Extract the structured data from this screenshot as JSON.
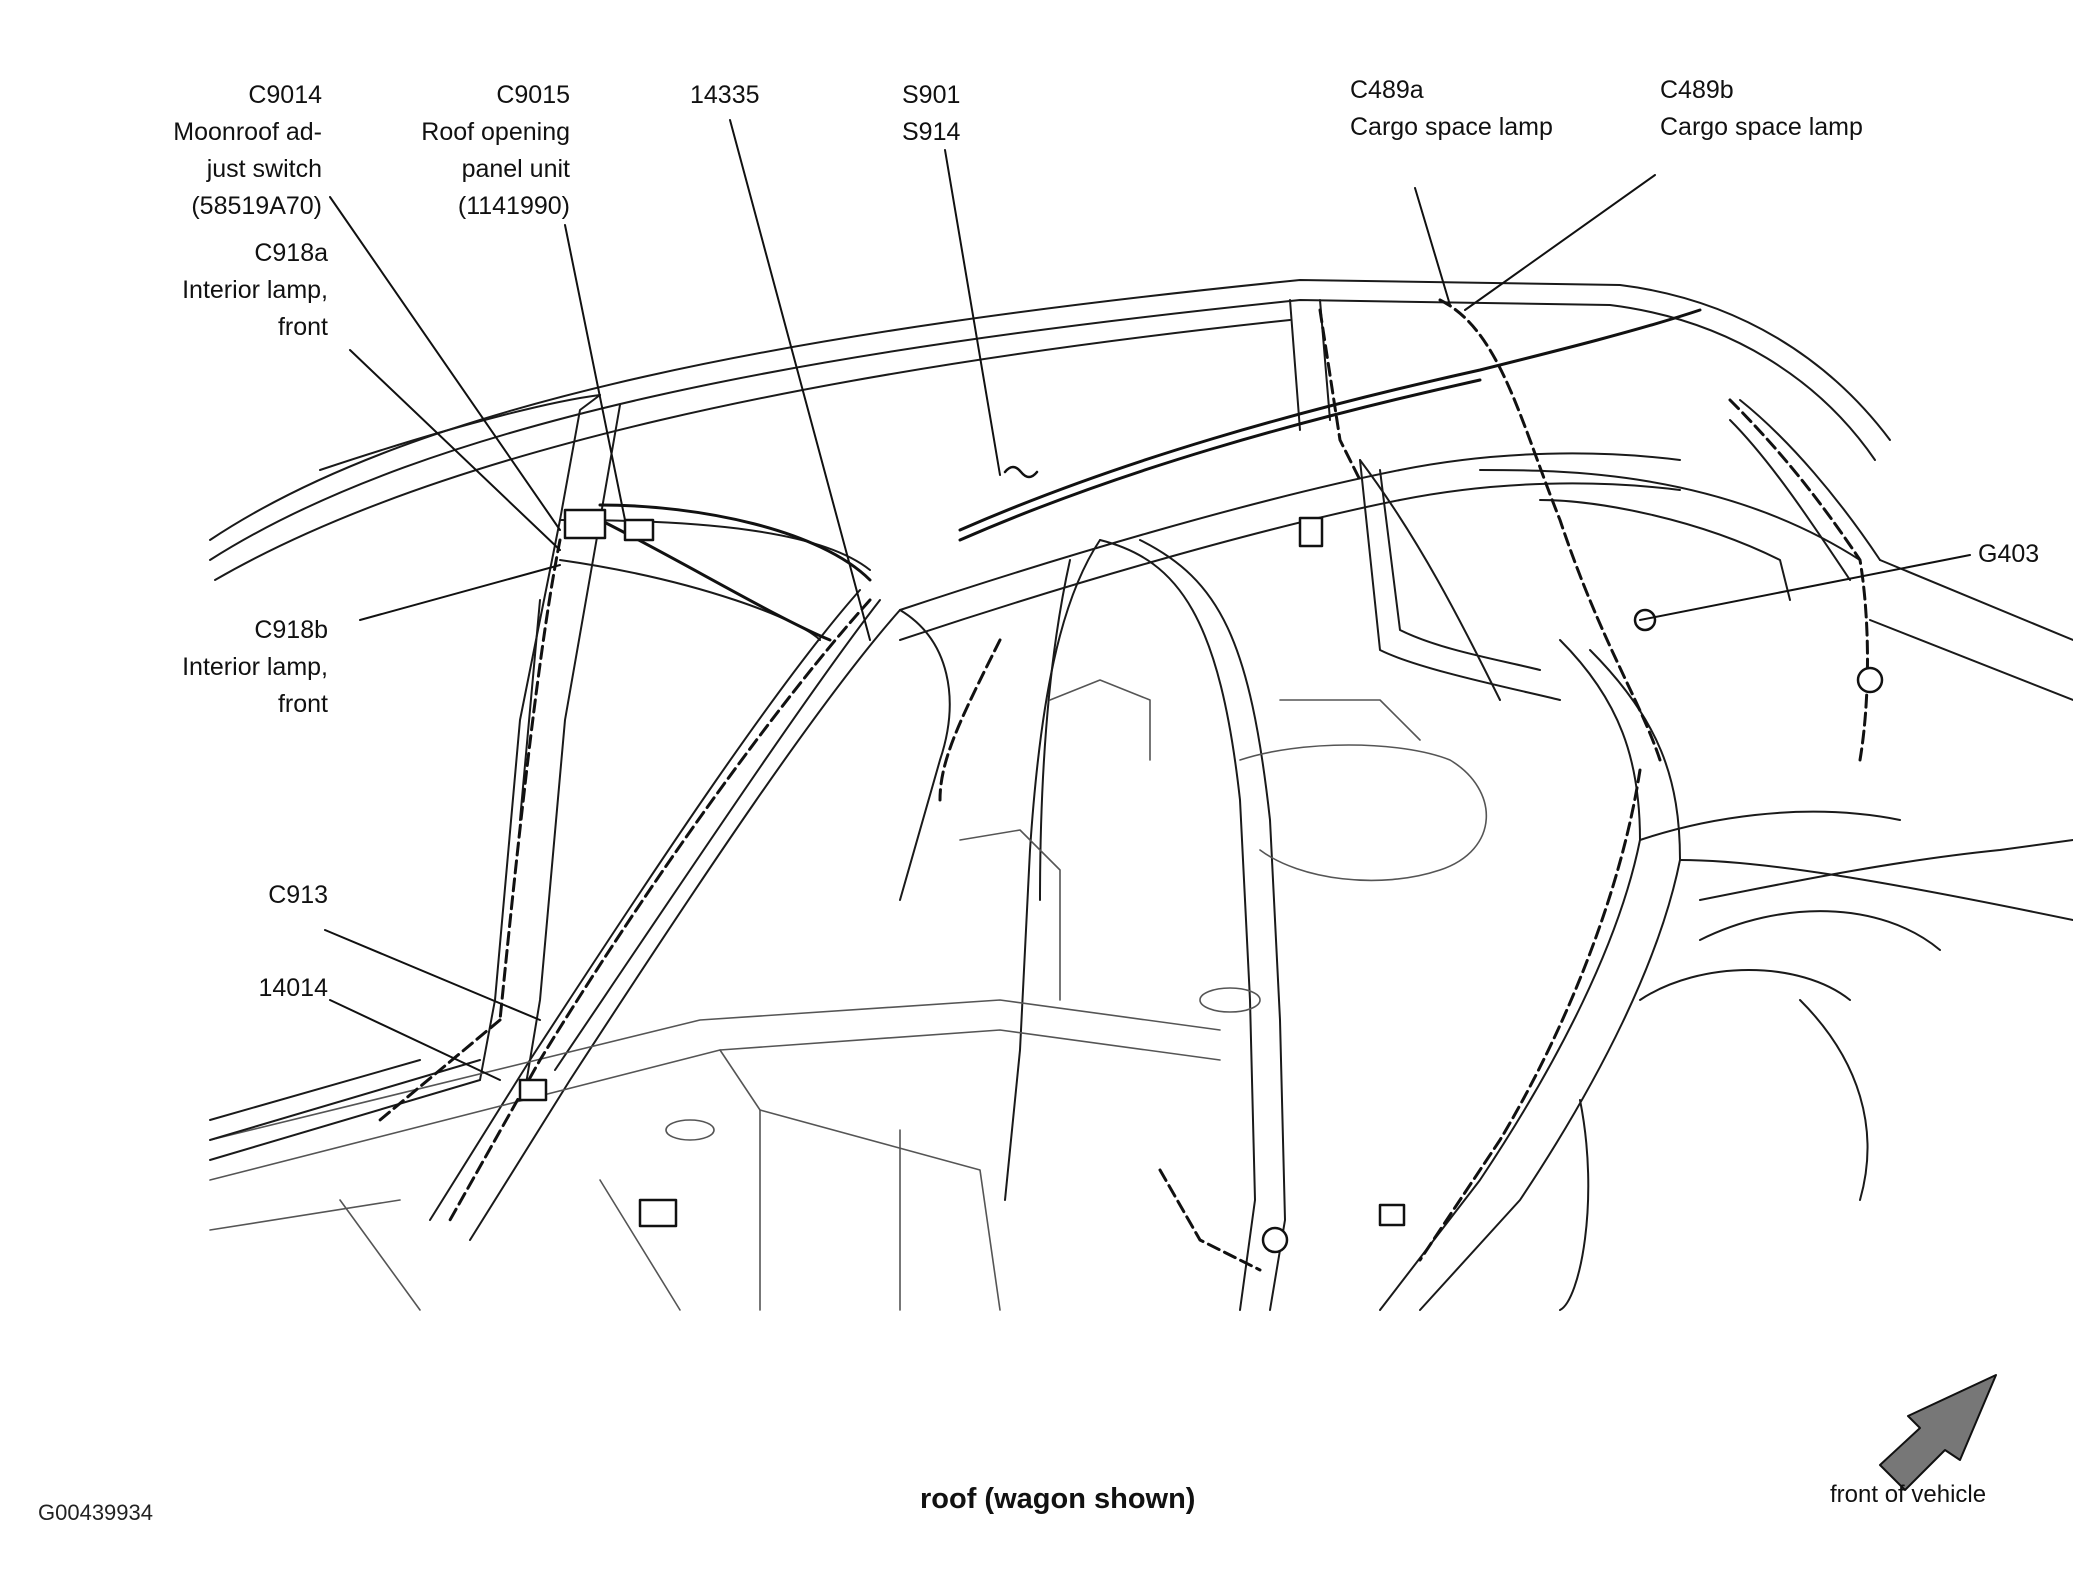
{
  "figure_id": "G00439934",
  "caption": "roof (wagon shown)",
  "orientation": "front of vehicle",
  "callouts": {
    "c9014": {
      "code": "C9014",
      "desc1": "Moonroof ad-",
      "desc2": "just switch",
      "desc3": "(58519A70)"
    },
    "c9015": {
      "code": "C9015",
      "desc1": "Roof opening",
      "desc2": "panel unit",
      "desc3": "(1141990)"
    },
    "c918a": {
      "code": "C918a",
      "desc1": "Interior lamp,",
      "desc2": "front"
    },
    "c918b": {
      "code": "C918b",
      "desc1": "Interior lamp,",
      "desc2": "front"
    },
    "n14335": {
      "code": "14335"
    },
    "s901": {
      "code": "S901",
      "code2": "S914"
    },
    "c489a": {
      "code": "C489a",
      "desc1": "Cargo space lamp"
    },
    "c489b": {
      "code": "C489b",
      "desc1": "Cargo space lamp"
    },
    "g403": {
      "code": "G403"
    },
    "c913": {
      "code": "C913"
    },
    "n14014": {
      "code": "14014"
    }
  },
  "colors": {
    "ink": "#111111",
    "arrow_fill": "#777777",
    "background": "#ffffff"
  }
}
